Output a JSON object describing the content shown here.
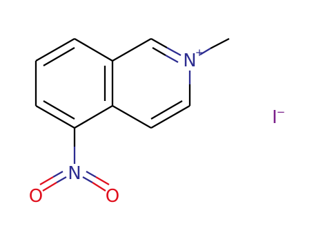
{
  "molecule": {
    "atoms": {
      "ring_nitrogen": {
        "symbol": "N",
        "charge": "+",
        "color": "#2c2c90"
      },
      "nitro_nitrogen": {
        "symbol": "N",
        "charge": "",
        "color": "#2c2c90"
      },
      "oxygen_left": {
        "symbol": "O",
        "charge": "",
        "color": "#e0101e"
      },
      "oxygen_right": {
        "symbol": "O",
        "charge": "",
        "color": "#e0101e"
      }
    },
    "counterion": {
      "symbol": "I",
      "charge": "−",
      "color": "#7a1f8a"
    },
    "bond_color": "#000000"
  }
}
